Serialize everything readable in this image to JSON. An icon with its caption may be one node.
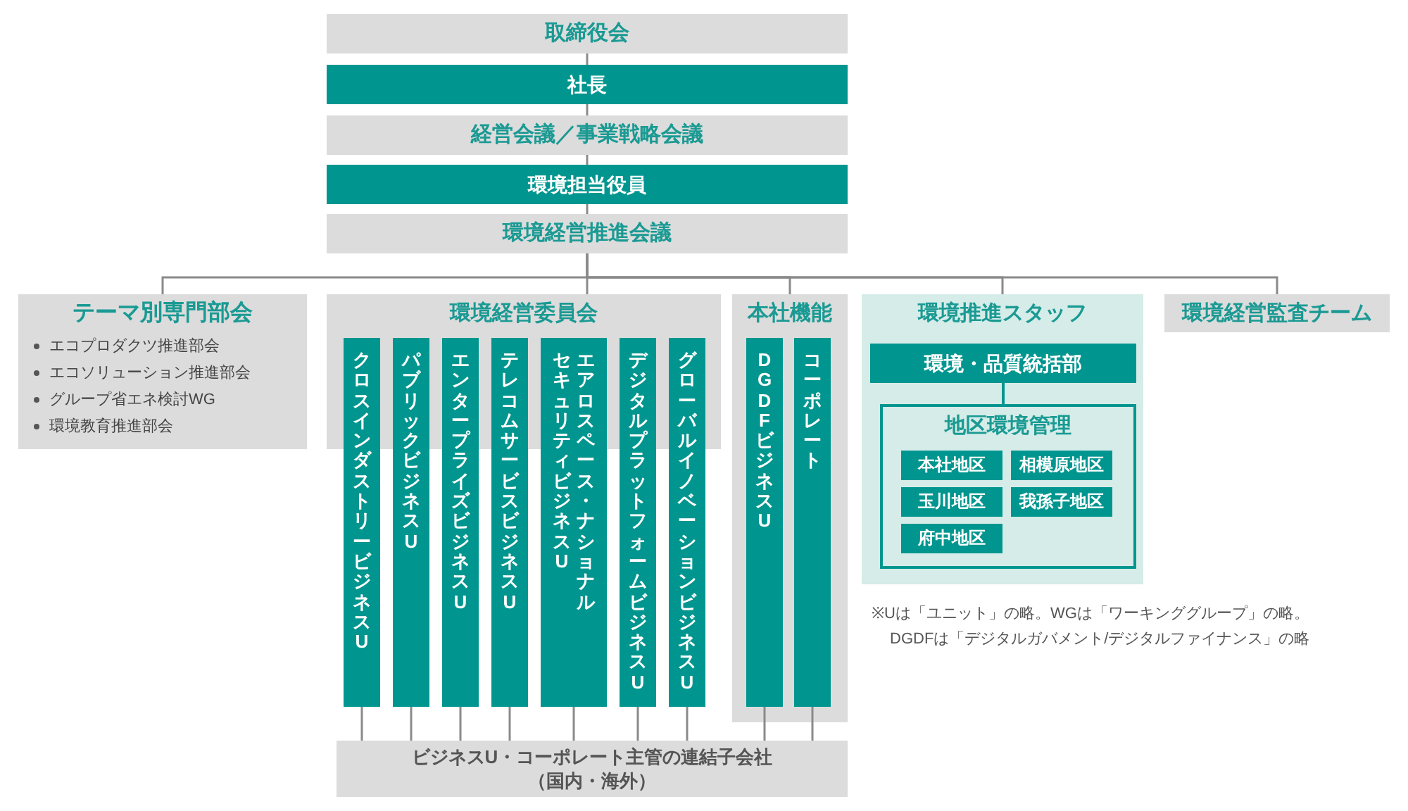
{
  "diagram": {
    "nodes": [
      {
        "text": [
          "取締役会"
        ]
      },
      {
        "text": [
          "社長"
        ]
      },
      {
        "text": [
          "経営会議／事業戦略会議"
        ]
      },
      {
        "text": [
          "環境担当役員"
        ]
      },
      {
        "text": [
          "環境経営推進会議"
        ]
      },
      {
        "text": [
          "テーマ別専門部会",
          "エコプロダクツ推進部会",
          "エコソリューション推進部会",
          "グループ省エネ検討WG",
          "環境教育推進部会"
        ]
      },
      {
        "text": [
          "環境経営委員会"
        ]
      },
      {
        "text": [
          "クロスインダストリービジネスU"
        ]
      },
      {
        "text": [
          "パブリックビジネスU"
        ]
      },
      {
        "text": [
          "エンタープライズビジネスU"
        ]
      },
      {
        "text": [
          "テレコムサービスビジネスU"
        ]
      },
      {
        "text": [
          "エアロスペース・ナショナルセキュリティビジネスU"
        ]
      },
      {
        "text": [
          "デジタルプラットフォームビジネスU"
        ]
      },
      {
        "text": [
          "グローバルイノベーションビジネスU"
        ]
      },
      {
        "text": [
          "本社機能"
        ]
      },
      {
        "text": [
          "DGDFビジネスU"
        ],
        "in": 14
      },
      {
        "text": [
          "コーポレート"
        ],
        "in": 14
      },
      {
        "text": [
          "環境推進スタッフ"
        ]
      },
      {
        "text": [
          "環境・品質統括部"
        ],
        "in": 17
      },
      {
        "text": [
          "地区環境管理"
        ],
        "in": 17
      },
      {
        "text": [
          "本社地区"
        ],
        "in": 19
      },
      {
        "text": [
          "相模原地区"
        ],
        "in": 19
      },
      {
        "text": [
          "玉川地区"
        ],
        "in": 19
      },
      {
        "text": [
          "我孫子地区"
        ],
        "in": 19
      },
      {
        "text": [
          "府中地区"
        ],
        "in": 19
      },
      {
        "text": [
          "環境経営監査チーム"
        ]
      },
      {
        "text": [
          "ビジネスU・コーポレート主管の連結子会社",
          "（国内・海外）"
        ]
      }
    ],
    "edges": [
      {
        "from": 0,
        "to": 1,
        "arrow": "none"
      },
      {
        "from": 1,
        "to": 2,
        "arrow": "none"
      },
      {
        "from": 2,
        "to": 3,
        "arrow": "none"
      },
      {
        "from": 3,
        "to": 4,
        "arrow": "none"
      },
      {
        "from": 4,
        "to": 5,
        "arrow": "none"
      },
      {
        "from": 4,
        "to": 6,
        "arrow": "none"
      },
      {
        "from": 4,
        "to": 14,
        "arrow": "none"
      },
      {
        "from": 4,
        "to": 17,
        "arrow": "none"
      },
      {
        "from": 4,
        "to": 25,
        "arrow": "none"
      },
      {
        "from": 18,
        "to": 19,
        "arrow": "none",
        "color": "#00968f"
      },
      {
        "from": 7,
        "to": 26,
        "arrow": "none"
      },
      {
        "from": 8,
        "to": 26,
        "arrow": "none"
      },
      {
        "from": 9,
        "to": 26,
        "arrow": "none"
      },
      {
        "from": 10,
        "to": 26,
        "arrow": "none"
      },
      {
        "from": 11,
        "to": 26,
        "arrow": "none"
      },
      {
        "from": 12,
        "to": 26,
        "arrow": "none"
      },
      {
        "from": 13,
        "to": 26,
        "arrow": "none"
      },
      {
        "from": 15,
        "to": 26,
        "arrow": "none"
      },
      {
        "from": 16,
        "to": 26,
        "arrow": "none"
      }
    ],
    "labels": [
      "※Uは「ユニット」の略。WGは「ワーキンググループ」の略。",
      "DGDFは「デジタルガバメント/デジタルファイナンス」の略"
    ]
  }
}
